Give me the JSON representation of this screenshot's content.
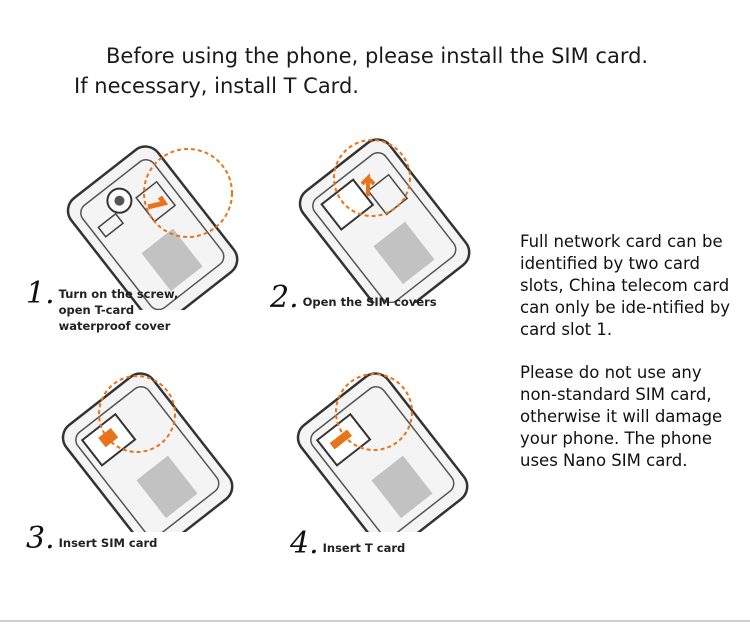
{
  "heading": {
    "line1": "Before using the phone, please install the SIM card.",
    "line2": "If necessary, install T Card."
  },
  "steps": [
    {
      "num": "1.",
      "text": "Turn on the screw,\n open T-card\nwaterproof cover"
    },
    {
      "num": "2.",
      "text": "Open the SIM covers"
    },
    {
      "num": "3.",
      "text": "Insert SIM card"
    },
    {
      "num": "4.",
      "text": "Insert T card"
    }
  ],
  "side_notes": {
    "para1": "Full network card can be identified by two card slots, China telecom card can only be ide-ntified by card slot 1.",
    "para2": "Please do not use any non-standard SIM card, otherwise it will damage your phone. The phone uses Nano SIM card."
  },
  "colors": {
    "accent": "#e8731a",
    "line": "#333333"
  }
}
